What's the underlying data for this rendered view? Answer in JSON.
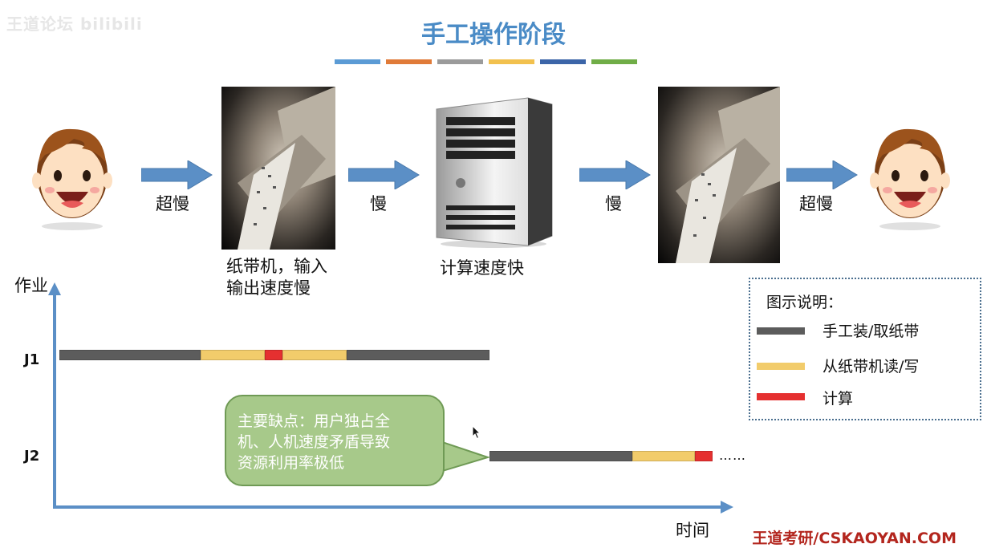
{
  "watermark": "王道论坛 bilibili",
  "title": "手工操作阶段",
  "color_strip": [
    "#5b9bd5",
    "#e07b39",
    "#9b9b9b",
    "#f2c14e",
    "#3c65a8",
    "#70ad47"
  ],
  "flow": {
    "arrow1_label": "超慢",
    "arrow2_label": "慢",
    "arrow3_label": "慢",
    "arrow4_label": "超慢",
    "tape_reader_caption_line1": "纸带机，输入",
    "tape_reader_caption_line2": "输出速度慢",
    "computer_caption": "计算速度快"
  },
  "chart": {
    "y_axis_label": "作业",
    "x_axis_label": "时间",
    "rows": [
      {
        "name": "J1",
        "segments": [
          {
            "kind": "manual",
            "start": 0,
            "end": 176
          },
          {
            "kind": "tape",
            "start": 176,
            "end": 256
          },
          {
            "kind": "compute",
            "start": 256,
            "end": 278
          },
          {
            "kind": "tape",
            "start": 278,
            "end": 358
          },
          {
            "kind": "manual",
            "start": 358,
            "end": 536
          }
        ]
      },
      {
        "name": "J2",
        "segments": [
          {
            "kind": "manual",
            "start": 536,
            "end": 714
          },
          {
            "kind": "tape",
            "start": 714,
            "end": 792
          },
          {
            "kind": "compute",
            "start": 792,
            "end": 814
          }
        ],
        "ellipsis": "……"
      }
    ],
    "kind_colors": {
      "manual": "#5c5c5c",
      "tape": "#f2cc6b",
      "compute": "#e53030"
    }
  },
  "legend": {
    "title": "图示说明：",
    "items": [
      {
        "label": "手工装/取纸带",
        "color": "#5c5c5c"
      },
      {
        "label": "从纸带机读/写",
        "color": "#f2cc6b"
      },
      {
        "label": "计算",
        "color": "#e53030"
      }
    ]
  },
  "callout": {
    "line1": "主要缺点：用户独占全",
    "line2": "机、人机速度矛盾导致",
    "line3": "资源利用率极低"
  },
  "footer": "王道考研/CSKAOYAN.COM"
}
